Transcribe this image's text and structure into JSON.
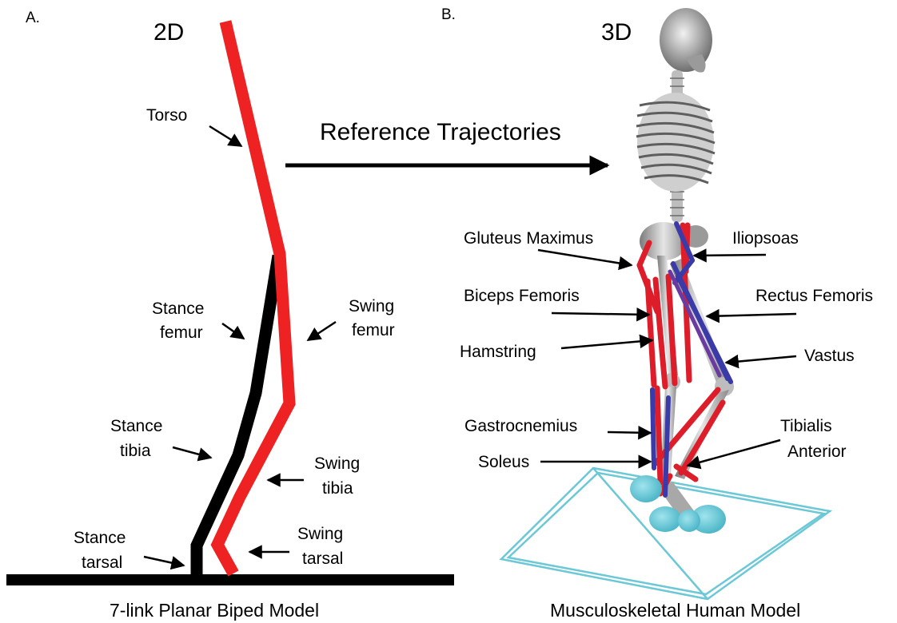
{
  "panels": {
    "a": {
      "letter": "A.",
      "title": "2D",
      "caption": "7-link Planar Biped Model"
    },
    "b": {
      "letter": "B.",
      "title": "3D",
      "caption": "Musculoskeletal Human Model"
    }
  },
  "arrow_label": "Reference Trajectories",
  "biped_labels": {
    "torso": "Torso",
    "stance_femur": [
      "Stance",
      "femur"
    ],
    "swing_femur": [
      "Swing",
      "femur"
    ],
    "stance_tibia": [
      "Stance",
      "tibia"
    ],
    "swing_tibia": [
      "Swing",
      "tibia"
    ],
    "stance_tarsal": [
      "Stance",
      "tarsal"
    ],
    "swing_tarsal": [
      "Swing",
      "tarsal"
    ]
  },
  "muscle_labels": {
    "gluteus_maximus": "Gluteus Maximus",
    "iliopsoas": "Iliopsoas",
    "biceps_femoris": "Biceps Femoris",
    "rectus_femoris": "Rectus Femoris",
    "hamstring": "Hamstring",
    "vastus": "Vastus",
    "gastrocnemius": "Gastrocnemius",
    "tibialis_anterior": [
      "Tibialis",
      "Anterior"
    ],
    "soleus": "Soleus"
  },
  "colors": {
    "swing_leg": "#ee2222",
    "stance_leg": "#000000",
    "muscle_red": "#dd1e2a",
    "muscle_blue": "#3a3aa8",
    "platform": "#6cc8d6",
    "bone": "#d8d8d8"
  }
}
